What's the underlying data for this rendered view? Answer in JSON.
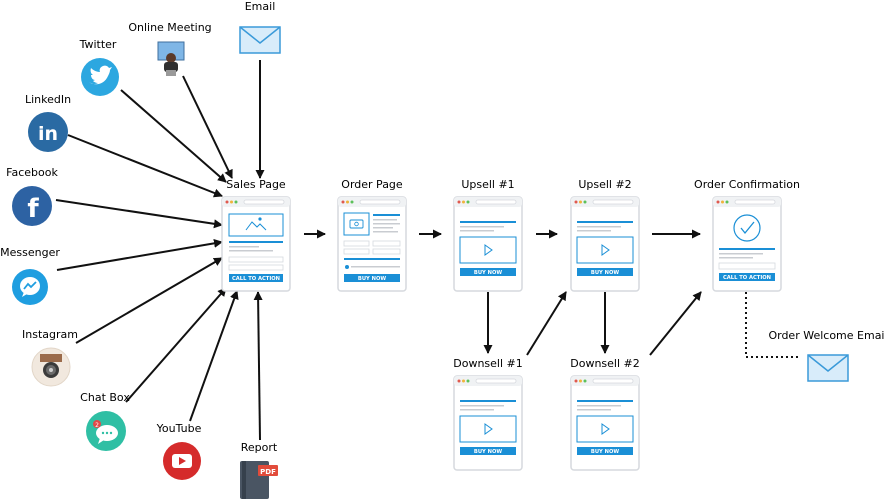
{
  "sources": {
    "email": {
      "label": "Email",
      "icon": "envelope-icon"
    },
    "online_meeting": {
      "label": "Online Meeting",
      "icon": "webinar-presenter-icon"
    },
    "twitter": {
      "label": "Twitter",
      "icon": "twitter-bird-icon",
      "color": "#2ca7e0"
    },
    "linkedin": {
      "label": "LinkedIn",
      "icon": "linkedin-in-icon",
      "color": "#2a6aa3"
    },
    "facebook": {
      "label": "Facebook",
      "icon": "facebook-f-icon",
      "color": "#2d62a3"
    },
    "messenger": {
      "label": "Messenger",
      "icon": "messenger-bolt-icon",
      "color": "#1f9ee0"
    },
    "instagram": {
      "label": "Instagram",
      "icon": "instagram-camera-icon"
    },
    "chat_box": {
      "label": "Chat Box",
      "icon": "chat-bubble-icon",
      "color": "#2fbfa4"
    },
    "youtube": {
      "label": "YouTube",
      "icon": "youtube-play-icon",
      "color": "#d52b2b"
    },
    "report": {
      "label": "Report",
      "icon": "pdf-book-icon",
      "badge": "PDF"
    }
  },
  "pages": {
    "sales": {
      "label": "Sales Page",
      "button": "CALL TO ACTION"
    },
    "order": {
      "label": "Order Page",
      "button": "BUY NOW"
    },
    "upsell1": {
      "label": "Upsell #1",
      "button": "BUY NOW"
    },
    "upsell2": {
      "label": "Upsell #2",
      "button": "BUY NOW"
    },
    "confirm": {
      "label": "Order Confirmation",
      "button": "CALL TO ACTION"
    },
    "downsell1": {
      "label": "Downsell #1",
      "button": "BUY NOW"
    },
    "downsell2": {
      "label": "Downsell #2",
      "button": "BUY NOW"
    }
  },
  "welcome_email": {
    "label": "Order Welcome Email",
    "icon": "envelope-icon"
  },
  "chat_badge": "2",
  "colors": {
    "accent": "#1a8fd6",
    "frame": "#d6d9de",
    "arrow": "#111111"
  }
}
